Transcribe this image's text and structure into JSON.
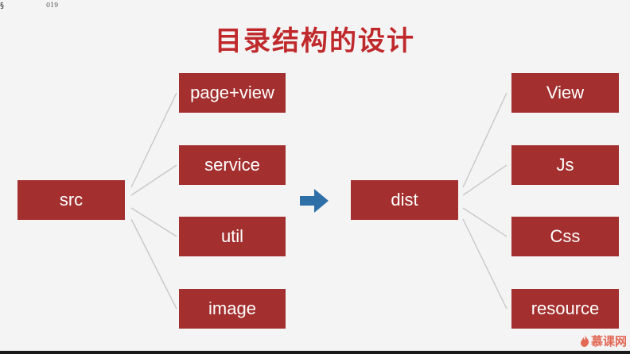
{
  "corner": {
    "mark": "§",
    "counter": "019"
  },
  "title": "目录结构的设计",
  "source": {
    "label": "src",
    "children": [
      "page+view",
      "service",
      "util",
      "image"
    ]
  },
  "target": {
    "label": "dist",
    "children": [
      "View",
      "Js",
      "Css",
      "resource"
    ]
  },
  "watermark": "慕课网",
  "colors": {
    "title": "#c0292b",
    "box": "#a3302f",
    "arrow": "#2e6fa8",
    "connector": "#c8c8c8"
  },
  "icons": {
    "transform_arrow": "right-arrow-icon",
    "watermark_logo": "flame-icon"
  }
}
